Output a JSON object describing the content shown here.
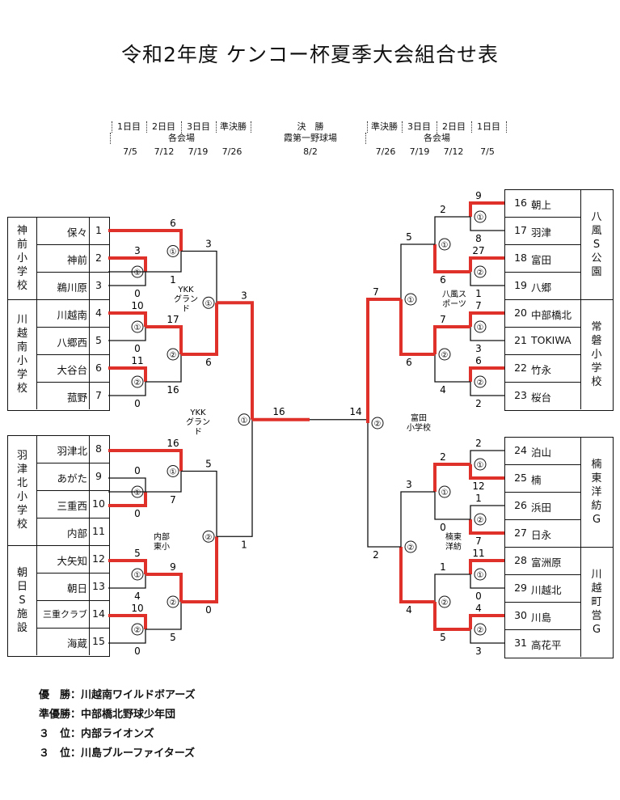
{
  "title": "令和2年度 ケンコー杯夏季大会組合せ表",
  "header": {
    "left": {
      "days": [
        "1日目",
        "2日目",
        "3日目",
        "準決勝"
      ],
      "venue": "各会場",
      "dates": [
        "7/5",
        "7/12",
        "7/19",
        "7/26"
      ]
    },
    "center": {
      "label": "決　勝",
      "venue": "霞第一野球場",
      "date": "8/2"
    },
    "right": {
      "days": [
        "準決勝",
        "3日目",
        "2日目",
        "1日目"
      ],
      "venue": "各会場",
      "dates": [
        "7/26",
        "7/19",
        "7/12",
        "7/5"
      ]
    }
  },
  "groups_left": [
    {
      "label": "神前小学校"
    },
    {
      "label": "川越南小学校"
    },
    {
      "label": "羽津北小学校"
    },
    {
      "label": "朝日S施設"
    }
  ],
  "groups_right": [
    {
      "label": "八風S公園"
    },
    {
      "label": "常磐小学校"
    },
    {
      "label": "楠東洋紡G"
    },
    {
      "label": "川越町営G"
    }
  ],
  "teams_left": [
    {
      "name": "保々",
      "num": "1"
    },
    {
      "name": "神前",
      "num": "2"
    },
    {
      "name": "鵜川原",
      "num": "3"
    },
    {
      "name": "川越南",
      "num": "4"
    },
    {
      "name": "八郷西",
      "num": "5"
    },
    {
      "name": "大谷台",
      "num": "6"
    },
    {
      "name": "菰野",
      "num": "7"
    },
    {
      "name": "羽津北",
      "num": "8"
    },
    {
      "name": "あがた",
      "num": "9"
    },
    {
      "name": "三重西",
      "num": "10"
    },
    {
      "name": "内部",
      "num": "11"
    },
    {
      "name": "大矢知",
      "num": "12"
    },
    {
      "name": "朝日",
      "num": "13"
    },
    {
      "name": "三重クラブ",
      "num": "14"
    },
    {
      "name": "海蔵",
      "num": "15"
    }
  ],
  "teams_right": [
    {
      "num": "16",
      "name": "朝上"
    },
    {
      "num": "17",
      "name": "羽津"
    },
    {
      "num": "18",
      "name": "富田"
    },
    {
      "num": "19",
      "name": "八郷"
    },
    {
      "num": "20",
      "name": "中部橋北"
    },
    {
      "num": "21",
      "name": "TOKIWA"
    },
    {
      "num": "22",
      "name": "竹永"
    },
    {
      "num": "23",
      "name": "桜台"
    },
    {
      "num": "24",
      "name": "泊山"
    },
    {
      "num": "25",
      "name": "楠"
    },
    {
      "num": "26",
      "name": "浜田"
    },
    {
      "num": "27",
      "name": "日永"
    },
    {
      "num": "28",
      "name": "富洲原"
    },
    {
      "num": "29",
      "name": "川越北"
    },
    {
      "num": "30",
      "name": "川島"
    },
    {
      "num": "31",
      "name": "高花平"
    }
  ],
  "venue_notes": {
    "ykk_upper": "YKKグランド",
    "ykk_lower": "YKKグランド",
    "uchibe": "内部東小",
    "happu": "八風スポーツ",
    "tomida": "富田小学校",
    "kusu": "楠東洋紡"
  },
  "scores": {
    "L_r1_23": [
      "3",
      "0"
    ],
    "L_r1_45": [
      "10",
      "0"
    ],
    "L_r1_67": [
      "11",
      "0"
    ],
    "L_r1_910": [
      "0",
      "0"
    ],
    "L_r1_1213": [
      "5",
      "4"
    ],
    "L_r1_1415": [
      "10",
      "0"
    ],
    "L_r2_1": [
      "6",
      "1"
    ],
    "L_r2_2": [
      "17",
      "16"
    ],
    "L_r2_3": [
      "16",
      "7"
    ],
    "L_r2_4": [
      "9",
      "5"
    ],
    "L_r3_1": [
      "3",
      "6"
    ],
    "L_r3_2": [
      "5",
      "0"
    ],
    "L_sf": [
      "3",
      "1"
    ],
    "final": [
      "16",
      "14"
    ],
    "R_sf": [
      "7",
      "2"
    ],
    "R_r3_1": [
      "5",
      "6"
    ],
    "R_r3_2": [
      "3",
      "4"
    ],
    "R_r2_1": [
      "2",
      "6"
    ],
    "R_r2_2": [
      "7",
      "4"
    ],
    "R_r2_3": [
      "2",
      "0"
    ],
    "R_r2_4": [
      "1",
      "5"
    ],
    "R_r1_1617": [
      "9",
      "8"
    ],
    "R_r1_1819": [
      "27",
      "1"
    ],
    "R_r1_2021": [
      "7",
      "3"
    ],
    "R_r1_2223": [
      "6",
      "2"
    ],
    "R_r1_2425": [
      "2",
      "12"
    ],
    "R_r1_2627": [
      "1",
      "7"
    ],
    "R_r1_2829": [
      "11",
      "0"
    ],
    "R_r1_3031": [
      "4",
      "3"
    ]
  },
  "results": [
    "優　勝：川越南ワイルドボアーズ",
    "準優勝：中部橋北野球少年団",
    "３　位：内部ライオンズ",
    "３　位：川島ブルーファイターズ"
  ],
  "colors": {
    "winner": "#e0302a",
    "line": "#111111"
  }
}
